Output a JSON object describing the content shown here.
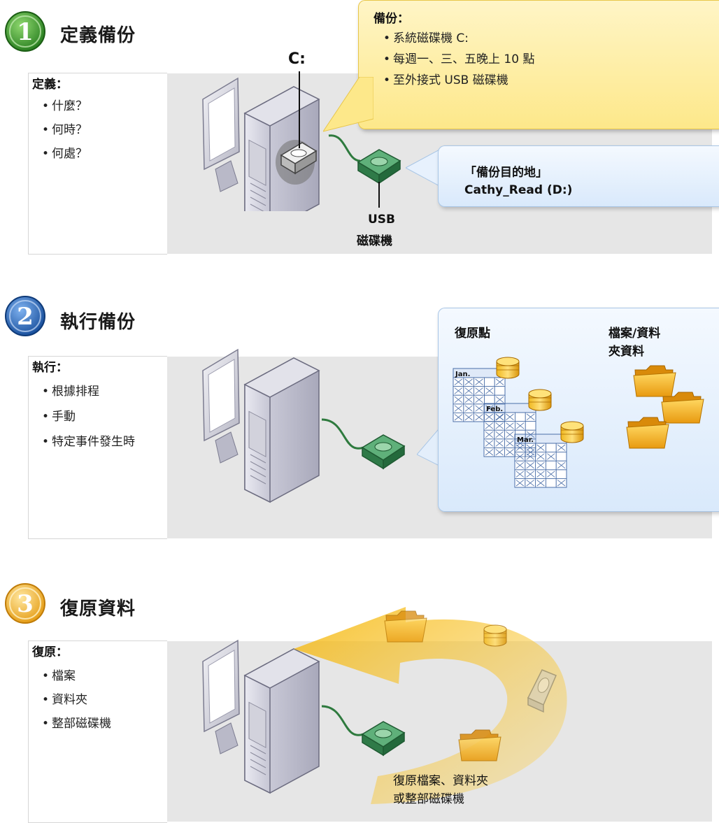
{
  "steps": [
    {
      "number": "1",
      "title": "定義備份",
      "left_title": "定義：",
      "bullets": [
        "什麼？",
        "何時？",
        "何處？"
      ],
      "drive_label": "C:",
      "usb_label_line1": "USB",
      "usb_label_line2": "磁碟機",
      "backup_callout": {
        "title": "備份：",
        "items": [
          "系統磁碟機 C:",
          "每週一、三、五晚上 10 點",
          "至外接式 USB 磁碟機"
        ]
      },
      "destination_callout": {
        "line1": "「備份目的地」",
        "line2": "Cathy_Read (D:)"
      }
    },
    {
      "number": "2",
      "title": "執行備份",
      "left_title": "執行：",
      "bullets": [
        "根據排程",
        "手動",
        "特定事件發生時"
      ],
      "callout": {
        "restore_points_label": "復原點",
        "files_label_line1": "檔案/資料",
        "files_label_line2": "夾資料",
        "calendar_months": [
          "Jan.",
          "Feb.",
          "Mar."
        ]
      }
    },
    {
      "number": "3",
      "title": "復原資料",
      "left_title": "復原：",
      "bullets": [
        "檔案",
        "資料夾",
        "整部磁碟機"
      ],
      "restore_caption_line1": "復原檔案、資料夾",
      "restore_caption_line2": "或整部磁碟機"
    }
  ],
  "colors": {
    "step1_badge": "#3a9a2e",
    "step2_badge": "#1e5fb4",
    "step3_badge": "#f0a81c",
    "panel_gray": "#e6e6e6",
    "usb_green": "#3d8a56",
    "cable_green": "#2e7a3e",
    "arrow_yellow": "#f5b400"
  }
}
